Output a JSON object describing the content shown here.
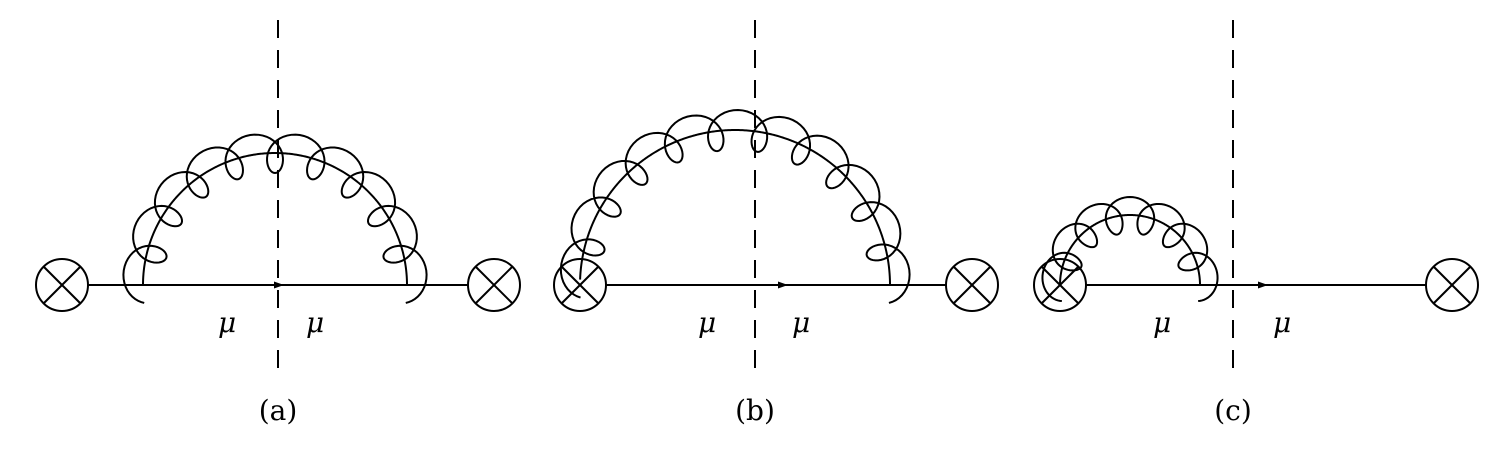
{
  "diagrams": [
    {
      "id": "a",
      "caption": "(a)",
      "left_mu": "μ",
      "right_mu": "μ"
    },
    {
      "id": "b",
      "caption": "(b)",
      "left_mu": "μ",
      "right_mu": "μ"
    },
    {
      "id": "c",
      "caption": "(c)",
      "left_mu": "μ",
      "right_mu": "μ"
    }
  ],
  "colors": {
    "ink": "#000000",
    "background": "#ffffff"
  }
}
